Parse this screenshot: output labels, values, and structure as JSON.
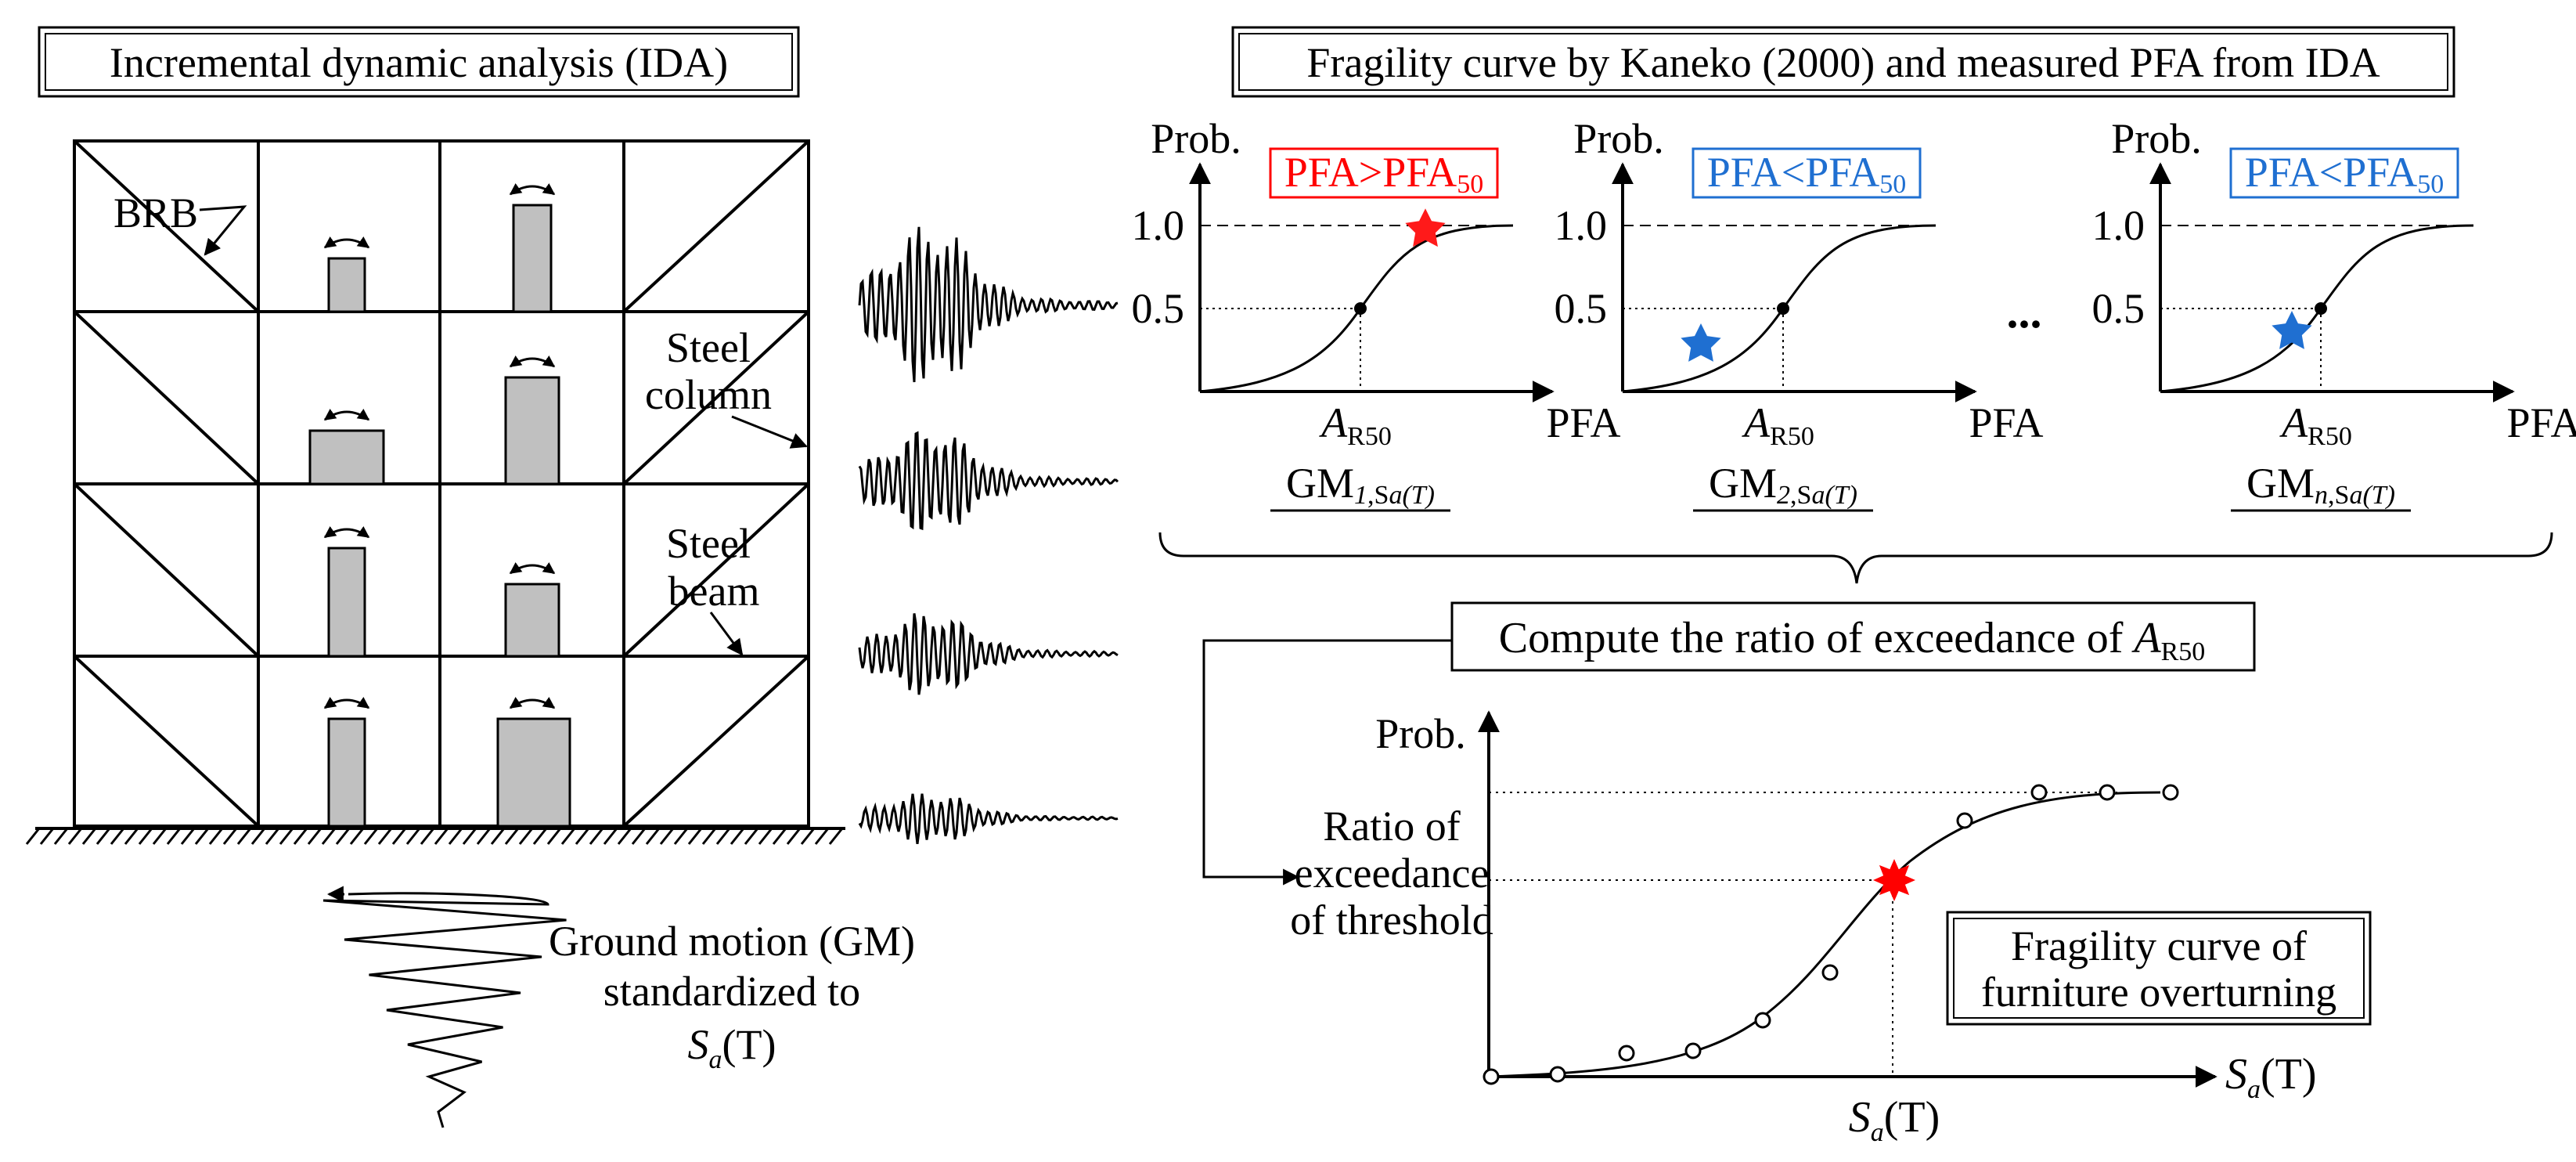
{
  "ida": {
    "title": "Incremental dynamic analysis (IDA)",
    "labels": {
      "brb": "BRB",
      "steel_column_1": "Steel",
      "steel_column_2": "column",
      "steel_beam_1": "Steel",
      "steel_beam_2": "beam"
    },
    "gm_text": {
      "line1": "Ground motion (GM)",
      "line2": "standardized to",
      "sa_s": "S",
      "sa_a": "a",
      "sa_rest": "(T)"
    }
  },
  "fragility_panel": {
    "title": "Fragility curve by Kaneko (2000) and measured PFA from IDA",
    "panels": [
      {
        "y_label": "Prob.",
        "x_label": "PFA",
        "tick_high": "1.0",
        "tick_mid": "0.5",
        "a_label": "A",
        "a_sub": "R50",
        "condition_a": "PFA>PFA",
        "condition_sub": "50",
        "gm_main": "GM",
        "gm_index": "1",
        "gm_sub": ",S",
        "gm_sub2": "a",
        "gm_sub3": "(T)",
        "star_color": "#ff1a1a",
        "box_color": "#ff0000"
      },
      {
        "y_label": "Prob.",
        "x_label": "PFA",
        "tick_high": "1.0",
        "tick_mid": "0.5",
        "a_label": "A",
        "a_sub": "R50",
        "condition_a": "PFA<PFA",
        "condition_sub": "50",
        "gm_main": "GM",
        "gm_index": "2",
        "gm_sub": ",S",
        "gm_sub2": "a",
        "gm_sub3": "(T)",
        "star_color": "#1f6fd1",
        "box_color": "#1f6fd1"
      },
      {
        "y_label": "Prob.",
        "x_label": "PFA",
        "tick_high": "1.0",
        "tick_mid": "0.5",
        "a_label": "A",
        "a_sub": "R50",
        "condition_a": "PFA<PFA",
        "condition_sub": "50",
        "gm_main": "GM",
        "gm_index": "n",
        "gm_sub": ",S",
        "gm_sub2": "a",
        "gm_sub3": "(T)",
        "star_color": "#1f6fd1",
        "box_color": "#1f6fd1"
      }
    ],
    "ellipsis": "..."
  },
  "compute_box": {
    "text": "Compute the ratio of exceedance of ",
    "a": "A",
    "sub": "R50"
  },
  "final_chart": {
    "y_label": "Prob.",
    "ratio_1": "Ratio of",
    "ratio_2": "exceedance",
    "ratio_3": "of threshold",
    "x_axis_s": "S",
    "x_axis_a": "a",
    "x_axis_rest": "(T)",
    "box_1": "Fragility curve of",
    "box_2": "furniture overturning"
  }
}
